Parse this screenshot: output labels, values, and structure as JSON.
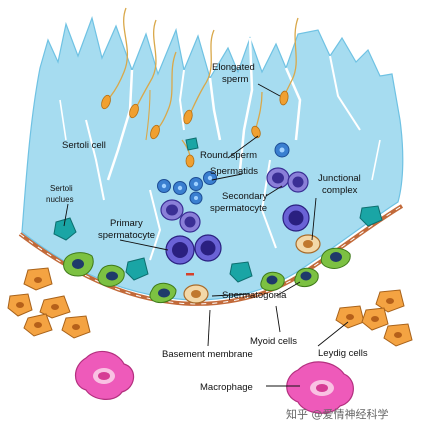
{
  "labels": {
    "elongated_line1": "Elongated",
    "elongated_line2": "sperm",
    "sertoli_cell": "Sertoli cell",
    "round_sperm": "Round sperm",
    "spermatids": "Spermatids",
    "junctional_line1": "Junctional",
    "junctional_line2": "complex",
    "sertoli_nuc_line1": "Sertoli",
    "sertoli_nuc_line2": "nuclues",
    "secondary_line1": "Secondary",
    "secondary_line2": "spermatocyte",
    "primary_line1": "Primary",
    "primary_line2": "spermatocyte",
    "spermatogonia": "Spermatogonia",
    "myoid_cells": "Myoid cells",
    "basement_membrane": "Basement membrane",
    "leydig_cells": "Leydig cells",
    "macrophage": "Macrophage"
  },
  "watermark": "知乎 @爱情神经科学",
  "colors": {
    "sertoli": "#a6dcf0",
    "sertoli_edge": "#6fc2e3",
    "sperm_head": "#f0a030",
    "basement": "#c26a3a",
    "leydig": "#f4a342",
    "macrophage": "#ee5aba",
    "spermatogonia": "#7cc142",
    "primary": "#4a3fbf",
    "nucleus_teal": "#1aa5a5"
  }
}
